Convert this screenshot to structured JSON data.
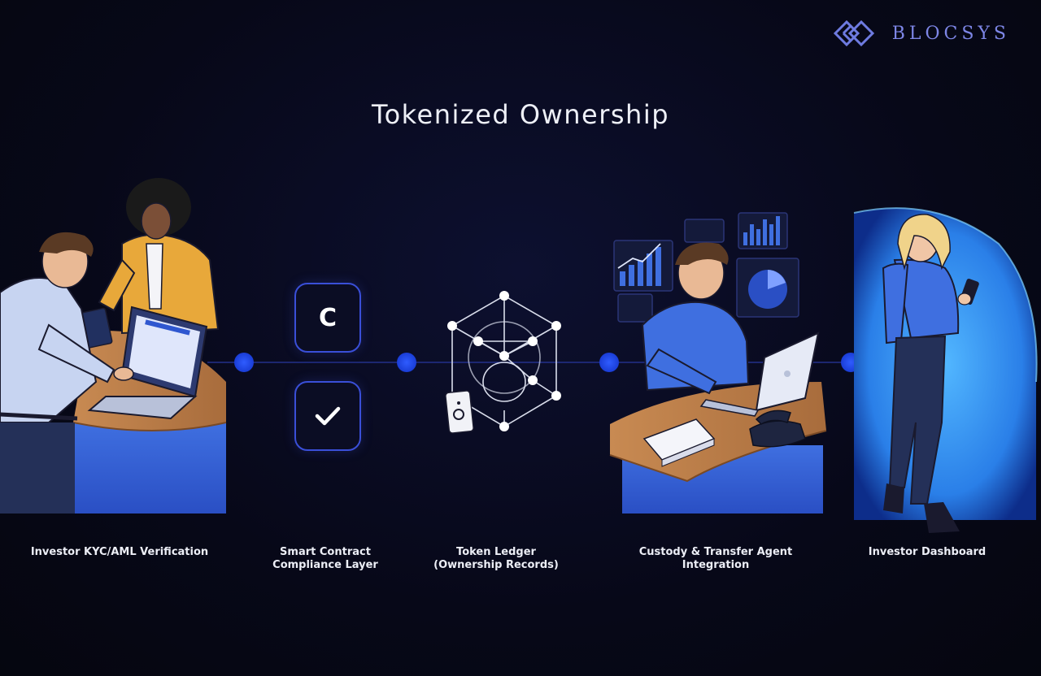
{
  "brand": {
    "name": "BLOCSYS",
    "logo_icon": "interlocked-diamonds-icon",
    "color": "#7d86e6"
  },
  "title": "Tokenized Ownership",
  "steps": [
    {
      "label": "Investor KYC/AML Verification"
    },
    {
      "label": "Smart Contract\nCompliance Layer"
    },
    {
      "label": "Token Ledger\n(Ownership Records)"
    },
    {
      "label": "Custody & Transfer Agent\nIntegration"
    },
    {
      "label": "Investor Dashboard"
    }
  ],
  "icons": {
    "contract_glyph": "C",
    "contract_icon": "smart-contract-icon",
    "check_icon": "checkmark-icon",
    "ledger_icon": "token-ledger-network-icon"
  },
  "colors": {
    "background": "#070818",
    "accent": "#1d4cff",
    "connector": "#2a3a9a",
    "text": "#eceef6"
  }
}
